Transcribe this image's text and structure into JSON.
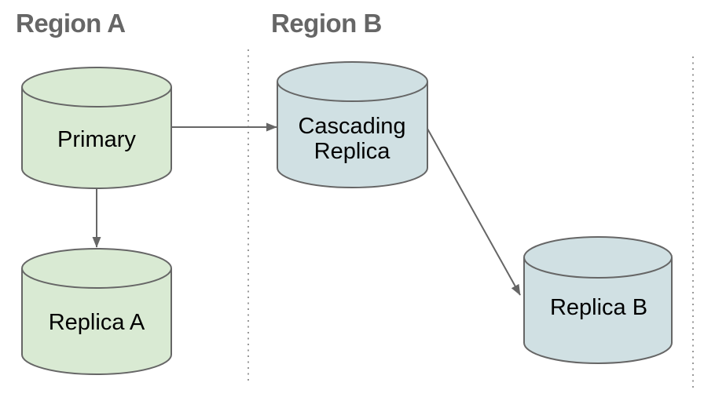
{
  "diagram": {
    "regions": [
      {
        "heading": "Region A"
      },
      {
        "heading": "Region B"
      }
    ],
    "nodes": {
      "primary": {
        "label": "Primary",
        "region": "Region A"
      },
      "replica_a": {
        "label": "Replica A",
        "region": "Region A"
      },
      "cascading_replica": {
        "label_lines": [
          "Cascading",
          "Replica"
        ],
        "region": "Region B"
      },
      "replica_b": {
        "label": "Replica B",
        "region": "Region B"
      }
    },
    "edges": [
      {
        "from": "Primary",
        "to": "Cascading Replica"
      },
      {
        "from": "Primary",
        "to": "Replica A"
      },
      {
        "from": "Cascading Replica",
        "to": "Replica B"
      }
    ]
  },
  "colors": {
    "background": "#ffffff",
    "region_a_node_fill": "#d9ead3",
    "region_b_node_fill": "#d0e0e3",
    "node_stroke": "#666666",
    "connector": "#666666",
    "region_boundary": "#999999",
    "heading_text": "#666666",
    "node_label_text": "#000000"
  }
}
